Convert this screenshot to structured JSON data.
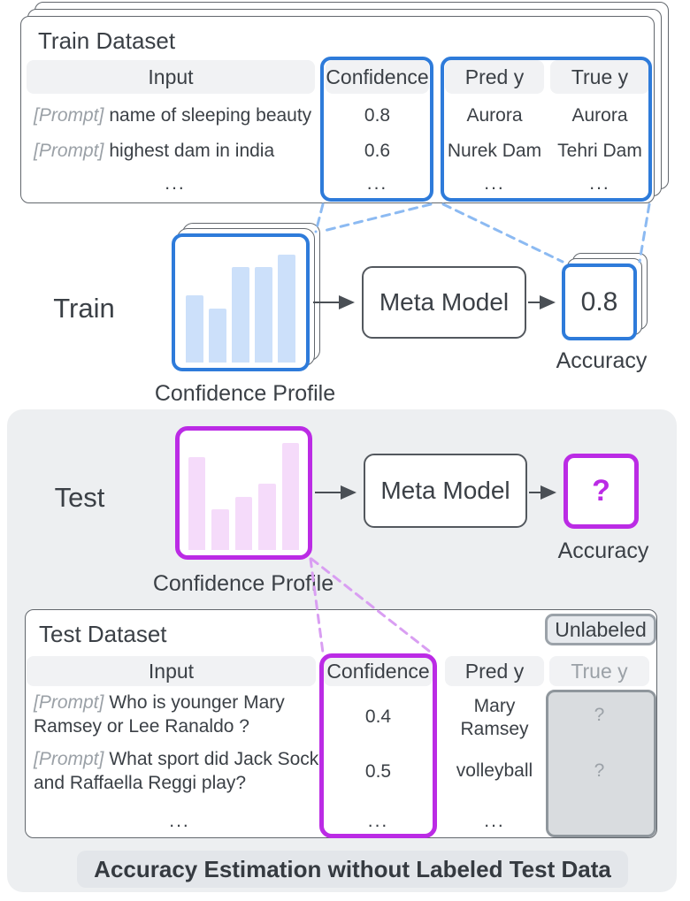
{
  "colors": {
    "blue": "#2E7BDA",
    "blueDash": "#8CBAF2",
    "blueBar": "#CCE0FA",
    "magenta": "#BB2BE5",
    "magentaDash": "#D99EF2",
    "magentaBar": "#F5DBFA",
    "dark": "#3B4046",
    "gray": "#9BA1A7",
    "headerBg": "#F1F2F4",
    "panelBg": "#EDEFF1",
    "captionBg": "#E3E6EA",
    "badgeBg": "#E7EAEE",
    "maskBg": "#D9DCDF"
  },
  "train_table": {
    "title": "Train Dataset",
    "columns": [
      "Input",
      "Confidence",
      "Pred y",
      "True y"
    ],
    "rows": [
      {
        "prompt": "[Prompt]",
        "input": "name of sleeping beauty",
        "confidence": "0.8",
        "pred": "Aurora",
        "true": "Aurora"
      },
      {
        "prompt": "[Prompt]",
        "input": "highest dam in india",
        "confidence": "0.6",
        "pred": "Nurek Dam",
        "true": "Tehri Dam"
      },
      {
        "input": "...",
        "confidence": "...",
        "pred": "...",
        "true": "..."
      }
    ]
  },
  "train_flow": {
    "label": "Train",
    "profile_label": "Confidence Profile",
    "meta_model_label": "Meta Model",
    "accuracy_value": "0.8",
    "accuracy_label": "Accuracy",
    "bars": [
      76,
      61,
      108,
      108,
      122
    ]
  },
  "test_flow": {
    "label": "Test",
    "profile_label": "Confidence Profile",
    "meta_model_label": "Meta Model",
    "accuracy_value": "?",
    "accuracy_label": "Accuracy",
    "bars": [
      105,
      46,
      60,
      75,
      121
    ]
  },
  "test_table": {
    "title": "Test Dataset",
    "badge": "Unlabeled",
    "columns": [
      "Input",
      "Confidence",
      "Pred y",
      "True y"
    ],
    "rows": [
      {
        "prompt": "[Prompt]",
        "input": "Who is younger Mary Ramsey or Lee Ranaldo ?",
        "confidence": "0.4",
        "pred": "Mary Ramsey",
        "true": "?"
      },
      {
        "prompt": "[Prompt]",
        "input": "What sport did Jack Sock and Raffaella Reggi play?",
        "confidence": "0.5",
        "pred": "volleyball",
        "true": "?"
      },
      {
        "input": "...",
        "confidence": "...",
        "pred": "..."
      }
    ]
  },
  "caption": "Accuracy Estimation without Labeled Test Data"
}
